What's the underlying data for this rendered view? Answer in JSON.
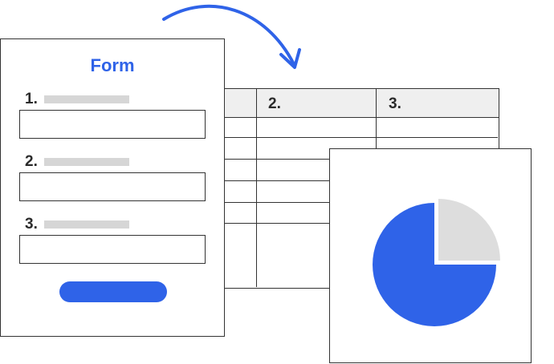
{
  "form": {
    "title": "Form",
    "fields": [
      {
        "number": "1."
      },
      {
        "number": "2."
      },
      {
        "number": "3."
      }
    ]
  },
  "table": {
    "columns": [
      "",
      "2.",
      "3."
    ]
  },
  "colors": {
    "accent": "#2f63e8",
    "placeholder": "#d6d6d6",
    "pie_secondary": "#dddddd",
    "header_bg": "#efefef"
  },
  "chart_data": {
    "type": "pie",
    "values": [
      75,
      25
    ],
    "colors": [
      "#2f63e8",
      "#dddddd"
    ],
    "exploded": [
      false,
      true
    ]
  }
}
